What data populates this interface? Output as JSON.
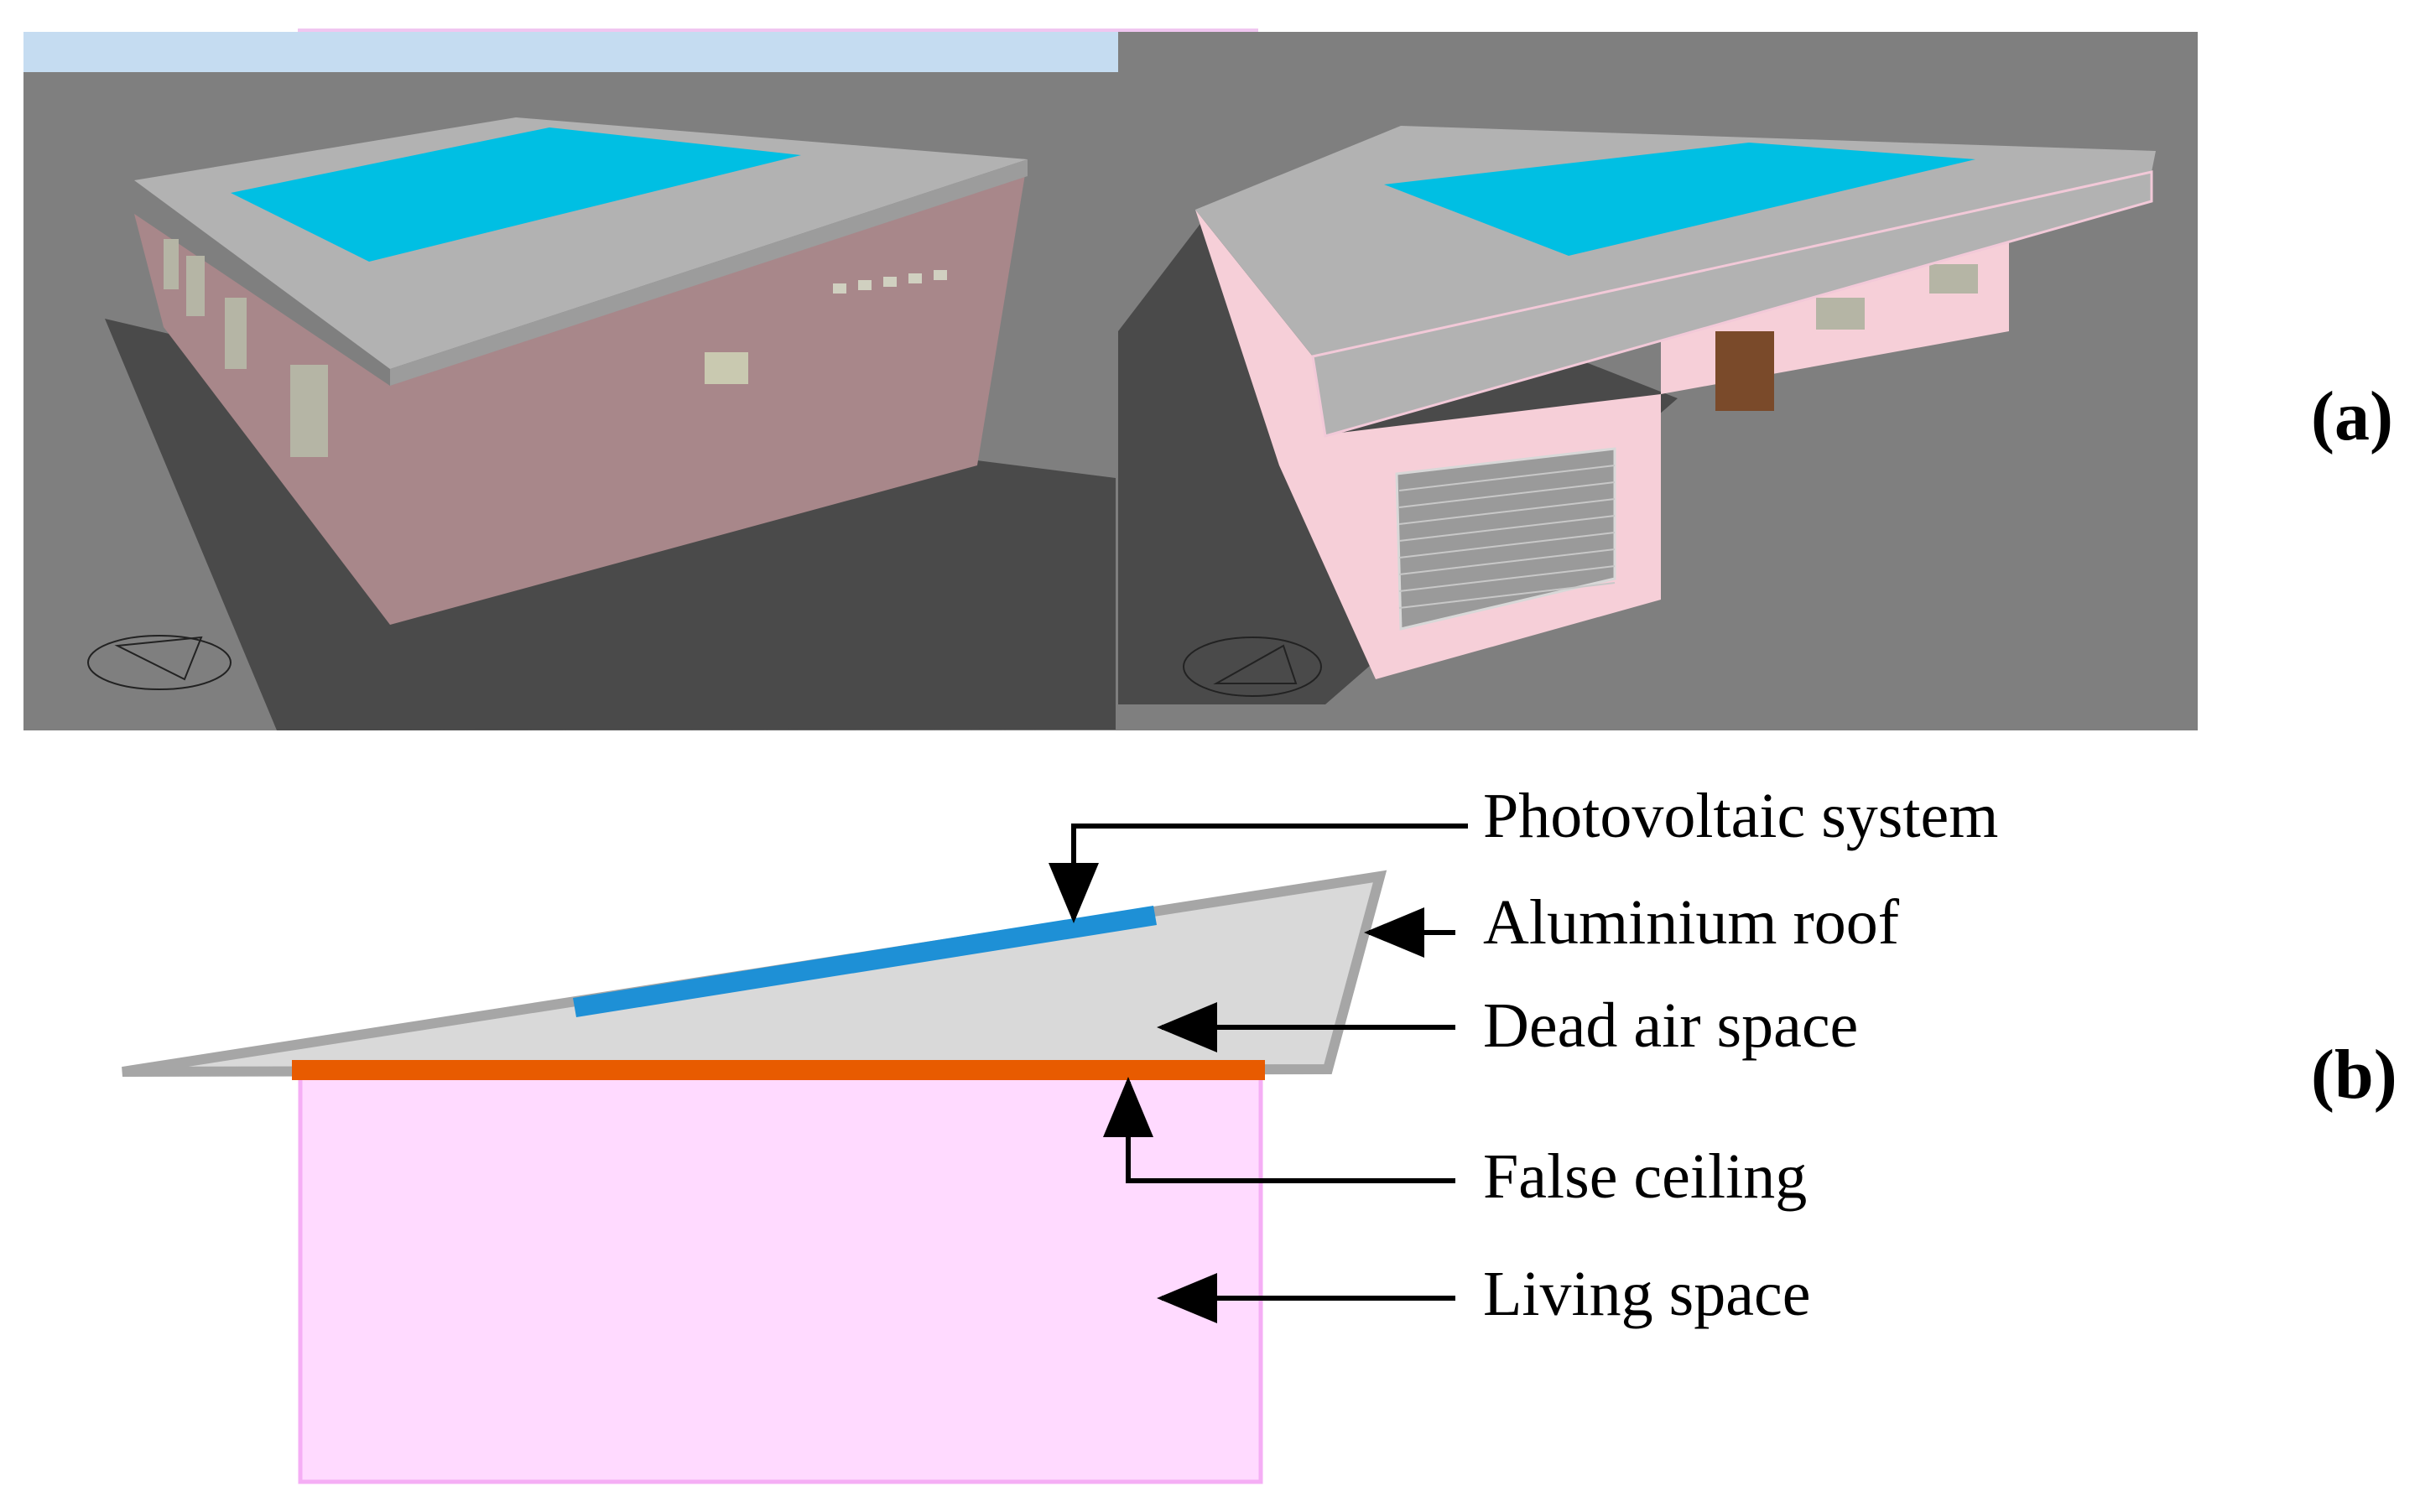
{
  "panels": {
    "a": {
      "label": "(a)"
    },
    "b": {
      "label": "(b)"
    }
  },
  "callouts": {
    "photovoltaic_system": "Photovoltaic system",
    "aluminium_roof": "Aluminium roof",
    "dead_air_space": "Dead air space",
    "false_ceiling": "False ceiling",
    "living_space": "Living space"
  },
  "colors": {
    "ground": "#7f7f7f",
    "shadow": "#4a4a4a",
    "sky": "#c5dcf1",
    "wall": "#a8878a",
    "wall_light": "#f6cfd8",
    "roof": "#b2b2b2",
    "pv_render": "#00bfe3",
    "pv_section": "#1e90d6",
    "roof_outline": "#a6a6a6",
    "dead_air": "#d9d9d9",
    "false_ceiling": "#e85b00",
    "living_space": "#ffdaff",
    "living_border": "#f5aef5"
  },
  "icons": [
    "compass-icon"
  ]
}
